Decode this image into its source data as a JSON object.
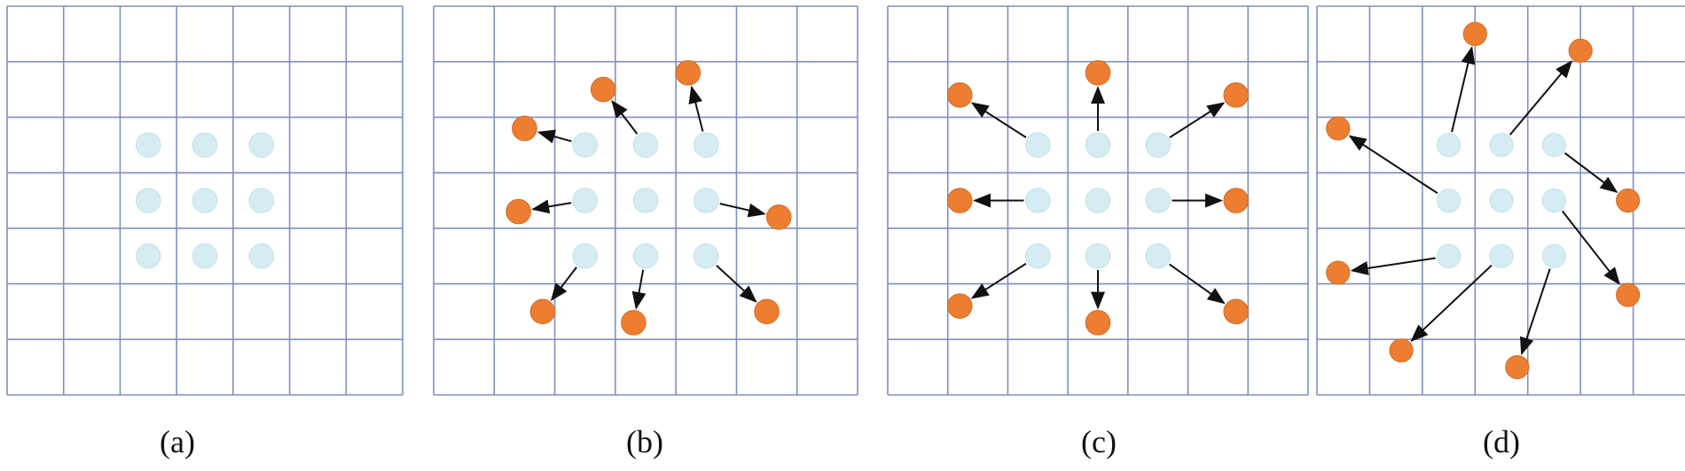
{
  "figure": {
    "colors": {
      "grid_line": "#7f8fbf",
      "grid_bg": "#ffffff",
      "original_dot": "#d5ecf2",
      "original_dot_edge": "#c3e0ea",
      "sampled_dot": "#ed7d31",
      "sampled_dot_edge": "#d56a22",
      "arrow": "#111111"
    },
    "grid": {
      "rows": 7,
      "cols": 7
    },
    "panels": [
      {
        "label": "(a)",
        "original_points": [
          [
            2.5,
            2.5
          ],
          [
            3.5,
            2.5
          ],
          [
            4.5,
            2.5
          ],
          [
            2.5,
            3.5
          ],
          [
            3.5,
            3.5
          ],
          [
            4.5,
            3.5
          ],
          [
            2.5,
            4.5
          ],
          [
            3.5,
            4.5
          ],
          [
            4.5,
            4.5
          ]
        ],
        "offsets": []
      },
      {
        "label": "(b)",
        "original_points": [
          [
            2.5,
            2.5
          ],
          [
            3.5,
            2.5
          ],
          [
            4.5,
            2.5
          ],
          [
            2.5,
            3.5
          ],
          [
            3.5,
            3.5
          ],
          [
            4.5,
            3.5
          ],
          [
            2.5,
            4.5
          ],
          [
            3.5,
            4.5
          ],
          [
            4.5,
            4.5
          ]
        ],
        "offsets": [
          {
            "from": [
              2.5,
              2.5
            ],
            "to": [
              1.5,
              2.2
            ]
          },
          {
            "from": [
              3.5,
              2.5
            ],
            "to": [
              2.8,
              1.5
            ]
          },
          {
            "from": [
              4.5,
              2.5
            ],
            "to": [
              4.2,
              1.2
            ]
          },
          {
            "from": [
              2.5,
              3.5
            ],
            "to": [
              1.4,
              3.7
            ]
          },
          {
            "from": [
              4.5,
              3.5
            ],
            "to": [
              5.7,
              3.8
            ]
          },
          {
            "from": [
              2.5,
              4.5
            ],
            "to": [
              1.8,
              5.5
            ]
          },
          {
            "from": [
              3.5,
              4.5
            ],
            "to": [
              3.3,
              5.7
            ]
          },
          {
            "from": [
              4.5,
              4.5
            ],
            "to": [
              5.5,
              5.5
            ]
          }
        ]
      },
      {
        "label": "(c)",
        "original_points": [
          [
            2.5,
            2.5
          ],
          [
            3.5,
            2.5
          ],
          [
            4.5,
            2.5
          ],
          [
            2.5,
            3.5
          ],
          [
            3.5,
            3.5
          ],
          [
            4.5,
            3.5
          ],
          [
            2.5,
            4.5
          ],
          [
            3.5,
            4.5
          ],
          [
            4.5,
            4.5
          ]
        ],
        "offsets": [
          {
            "from": [
              2.5,
              2.5
            ],
            "to": [
              1.2,
              1.6
            ]
          },
          {
            "from": [
              3.5,
              2.5
            ],
            "to": [
              3.5,
              1.2
            ]
          },
          {
            "from": [
              4.5,
              2.5
            ],
            "to": [
              5.8,
              1.6
            ]
          },
          {
            "from": [
              2.5,
              3.5
            ],
            "to": [
              1.2,
              3.5
            ]
          },
          {
            "from": [
              4.5,
              3.5
            ],
            "to": [
              5.8,
              3.5
            ]
          },
          {
            "from": [
              2.5,
              4.5
            ],
            "to": [
              1.2,
              5.4
            ]
          },
          {
            "from": [
              3.5,
              4.5
            ],
            "to": [
              3.5,
              5.7
            ]
          },
          {
            "from": [
              4.5,
              4.5
            ],
            "to": [
              5.8,
              5.5
            ]
          }
        ]
      },
      {
        "label": "(d)",
        "original_points": [
          [
            2.5,
            2.5
          ],
          [
            3.5,
            2.5
          ],
          [
            4.5,
            2.5
          ],
          [
            2.5,
            3.5
          ],
          [
            3.5,
            3.5
          ],
          [
            4.5,
            3.5
          ],
          [
            2.5,
            4.5
          ],
          [
            3.5,
            4.5
          ],
          [
            4.5,
            4.5
          ]
        ],
        "offsets": [
          {
            "from": [
              2.5,
              2.5
            ],
            "to": [
              3.0,
              0.5
            ]
          },
          {
            "from": [
              3.5,
              2.5
            ],
            "to": [
              5.0,
              0.8
            ]
          },
          {
            "from": [
              2.5,
              3.5
            ],
            "to": [
              0.4,
              2.2
            ]
          },
          {
            "from": [
              4.5,
              2.5
            ],
            "to": [
              5.9,
              3.5
            ]
          },
          {
            "from": [
              4.5,
              3.5
            ],
            "to": [
              5.9,
              5.2
            ]
          },
          {
            "from": [
              2.5,
              4.5
            ],
            "to": [
              0.4,
              4.8
            ]
          },
          {
            "from": [
              3.5,
              4.5
            ],
            "to": [
              1.6,
              6.2
            ]
          },
          {
            "from": [
              4.5,
              4.5
            ],
            "to": [
              3.8,
              6.5
            ]
          }
        ]
      }
    ]
  }
}
